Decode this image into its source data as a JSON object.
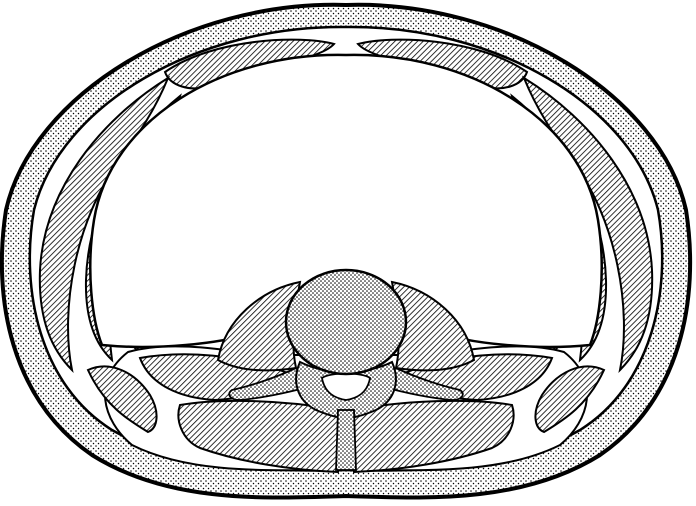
{
  "figure": {
    "type": "anatomical-cross-section",
    "subject": "abdomen-axial-section",
    "style": "black-ink-line-drawing",
    "fills": {
      "skin_and_fat": "stippled",
      "muscle": "diagonal-hatching",
      "bone": "stippled",
      "abdominal_cavity": "blank"
    },
    "colors": {
      "ink": "#000000",
      "paper": "#ffffff"
    }
  }
}
